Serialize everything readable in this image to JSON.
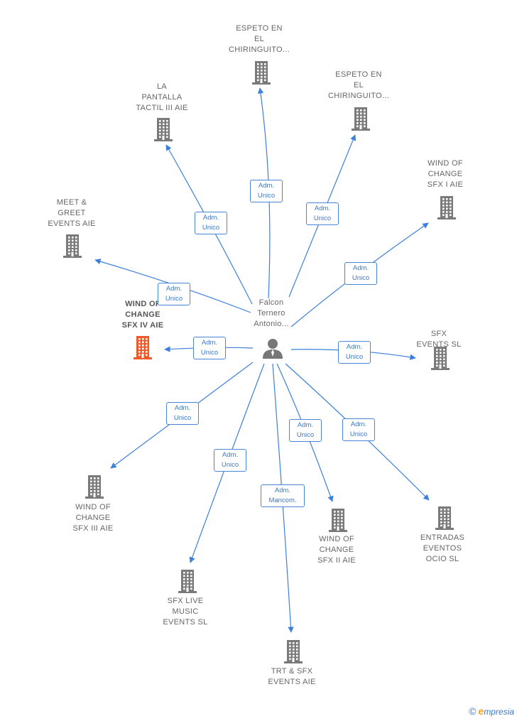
{
  "colors": {
    "edge": "#3c80dc",
    "building": "#7a7a7a",
    "highlight": "#f05a28",
    "person": "#777777"
  },
  "center": {
    "name_lines": [
      "Falcon",
      "Ternero",
      "Antonio..."
    ]
  },
  "nodes": [
    {
      "id": "wind-iv",
      "highlight": true,
      "lines": [
        "WIND OF",
        "CHANGE",
        "SFX IV AIE"
      ],
      "edge_label": [
        "Adm.",
        "Unico"
      ]
    },
    {
      "id": "meet-greet",
      "lines": [
        "MEET &",
        "GREET",
        "EVENTS AIE"
      ],
      "edge_label": [
        "Adm.",
        "Unico"
      ]
    },
    {
      "id": "la-pantalla",
      "lines": [
        "LA",
        "PANTALLA",
        "TACTIL III  AIE"
      ],
      "edge_label": [
        "Adm.",
        "Unico"
      ]
    },
    {
      "id": "espeto-1",
      "lines": [
        "ESPETO EN",
        "EL",
        "CHIRINGUITO..."
      ],
      "edge_label": [
        "Adm.",
        "Unico"
      ]
    },
    {
      "id": "espeto-2",
      "lines": [
        "ESPETO EN",
        "EL",
        "CHIRINGUITO..."
      ],
      "edge_label": [
        "Adm.",
        "Unico"
      ]
    },
    {
      "id": "wind-i",
      "lines": [
        "WIND OF",
        "CHANGE",
        "SFX I AIE"
      ],
      "edge_label": [
        "Adm.",
        "Unico"
      ]
    },
    {
      "id": "sfx-events",
      "lines": [
        "SFX",
        "EVENTS  SL"
      ],
      "edge_label": [
        "Adm.",
        "Unico"
      ]
    },
    {
      "id": "entradas",
      "lines": [
        "ENTRADAS",
        "EVENTOS",
        "OCIO  SL"
      ],
      "edge_label": [
        "Adm.",
        "Unico"
      ]
    },
    {
      "id": "wind-ii",
      "lines": [
        "WIND OF",
        "CHANGE",
        "SFX II AIE"
      ],
      "edge_label": [
        "Adm.",
        "Unico"
      ]
    },
    {
      "id": "trt-sfx",
      "lines": [
        "TRT & SFX",
        "EVENTS AIE"
      ],
      "edge_label": [
        "Adm.",
        "Mancom."
      ]
    },
    {
      "id": "sfx-live",
      "lines": [
        "SFX LIVE",
        "MUSIC",
        "EVENTS  SL"
      ],
      "edge_label": [
        "Adm.",
        "Unico"
      ]
    },
    {
      "id": "wind-iii",
      "lines": [
        "WIND OF",
        "CHANGE",
        "SFX III AIE"
      ],
      "edge_label": [
        "Adm.",
        "Unico"
      ]
    }
  ],
  "brand": {
    "copyright": "©",
    "initial": "e",
    "rest": "mpresia"
  }
}
